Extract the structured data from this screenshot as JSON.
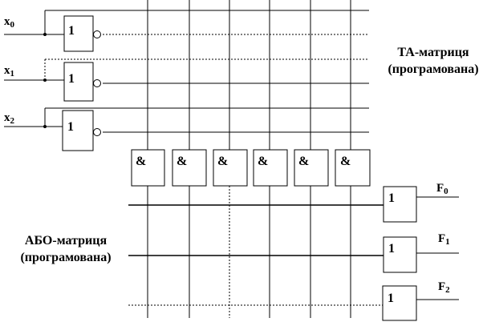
{
  "inputs": [
    {
      "letter": "x",
      "index": "0"
    },
    {
      "letter": "x",
      "index": "1"
    },
    {
      "letter": "x",
      "index": "2"
    }
  ],
  "outputs": [
    {
      "letter": "F",
      "index": "0"
    },
    {
      "letter": "F",
      "index": "1"
    },
    {
      "letter": "F",
      "index": "2"
    }
  ],
  "inverter_symbol": "1",
  "and_symbol": "&",
  "or_symbol": "1",
  "and_matrix": {
    "line1": "ТА-матриця",
    "line2": "(програмована)"
  },
  "or_matrix": {
    "line1": "АБО-матриця",
    "line2": "(програмована)"
  }
}
